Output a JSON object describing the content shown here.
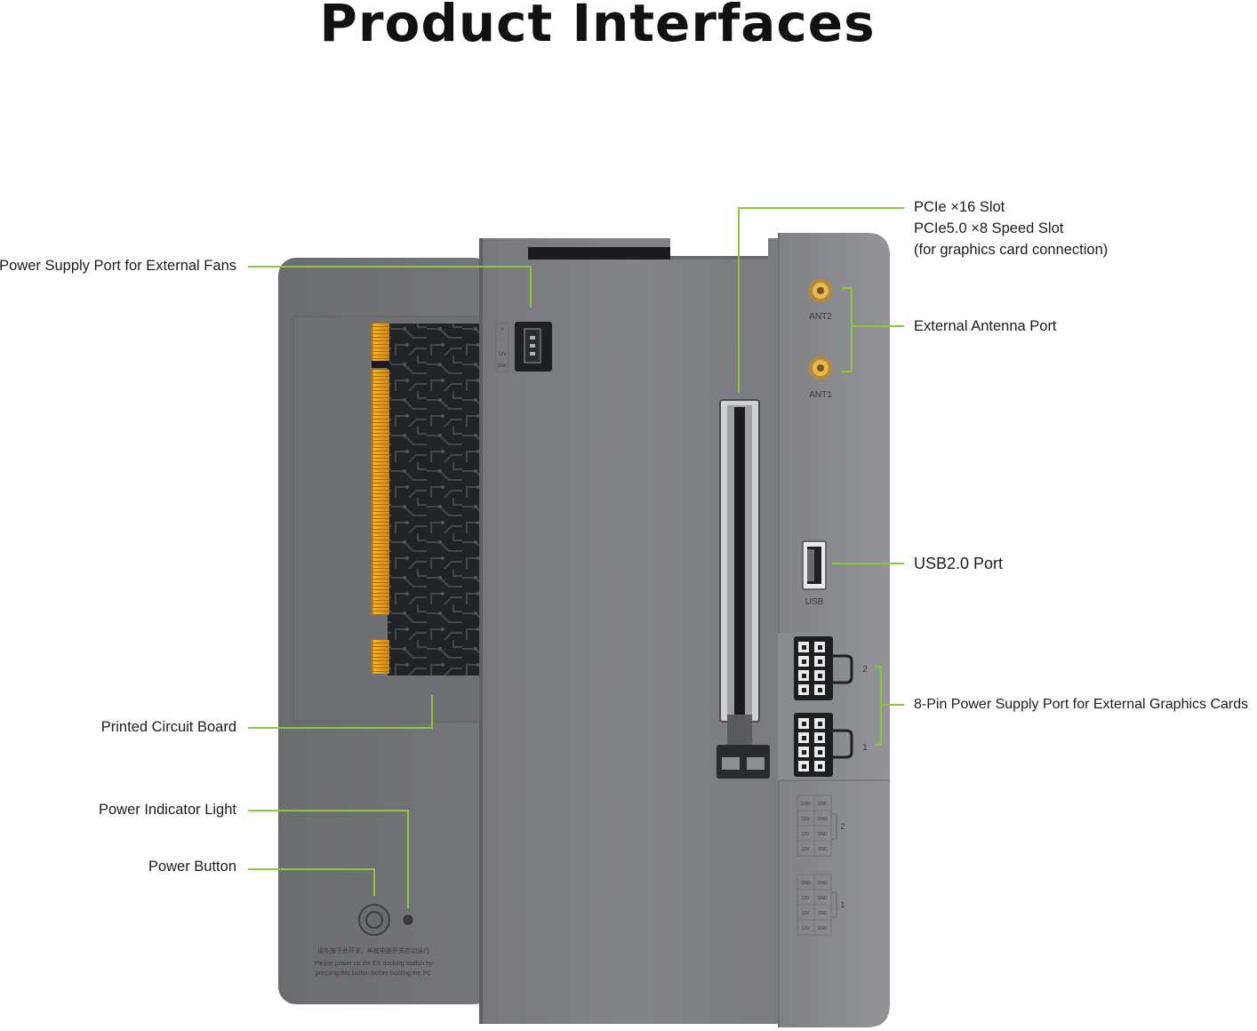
{
  "title": "Product Interfaces",
  "labels": {
    "fan_port": "Power Supply Port for External Fans",
    "pcie_slot": [
      "PCIe ×16 Slot",
      "PCIe5.0 ×8 Speed Slot",
      "(for graphics card connection)"
    ],
    "antenna": "External Antenna Port",
    "usb": "USB2.0 Port",
    "pin8": "8-Pin Power Supply Port for External Graphics Cards",
    "pcb": "Printed Circuit Board",
    "power_light": "Power Indicator Light",
    "power_button": "Power Button"
  },
  "device_marks": {
    "ant2": "ANT2",
    "ant1": "ANT1",
    "usb": "USB",
    "port_num_2": "2",
    "port_num_1": "1",
    "fan_pins": [
      "+",
      "-",
      "12V",
      "GND"
    ],
    "pin_table_cells": [
      "GND",
      "GND",
      "12V",
      "GND",
      "12V",
      "GND",
      "12V",
      "GND"
    ],
    "power_note_cn": "请先按下此开关，再按电脑开关启动运行",
    "power_note_en": [
      "Please power up the EX docking station by",
      "pressing this button before booting the PC"
    ]
  },
  "colors": {
    "accent_line": "#8cc63f",
    "body_dark": "#6d6e71",
    "body_mid": "#7d7e82",
    "body_light": "#8e8f93",
    "gold": "#e8a32a"
  }
}
